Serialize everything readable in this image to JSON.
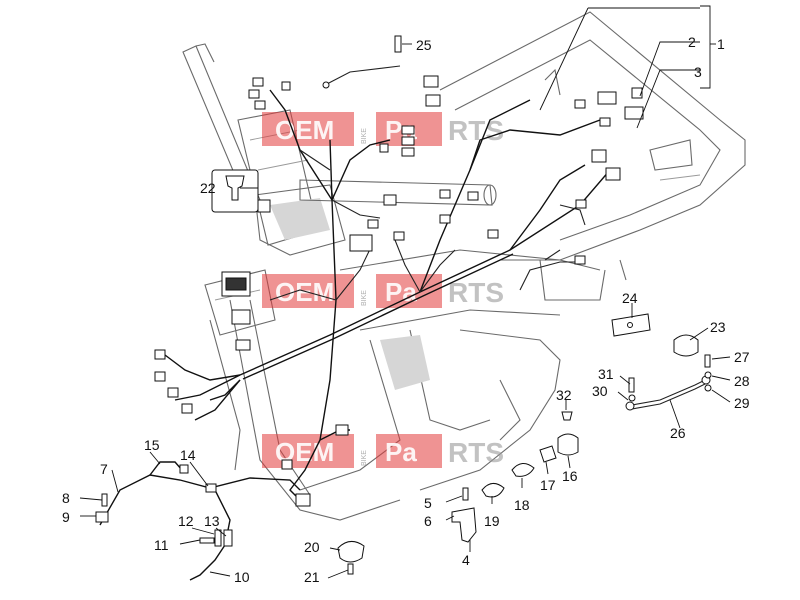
{
  "watermark": {
    "left": "OEM",
    "vertical": "BIKE",
    "right_red": "Pa",
    "right_gray": "RTS"
  },
  "callouts": [
    "1",
    "2",
    "3",
    "4",
    "5",
    "6",
    "7",
    "8",
    "9",
    "10",
    "11",
    "12",
    "13",
    "14",
    "15",
    "16",
    "17",
    "18",
    "19",
    "20",
    "21",
    "22",
    "23",
    "24",
    "25",
    "26",
    "27",
    "28",
    "29",
    "30",
    "31",
    "32"
  ],
  "colors": {
    "line": "#111111",
    "frame": "#6a6a6a",
    "watermark_red": "#e23a3a",
    "watermark_gray": "#9a9a9a"
  }
}
